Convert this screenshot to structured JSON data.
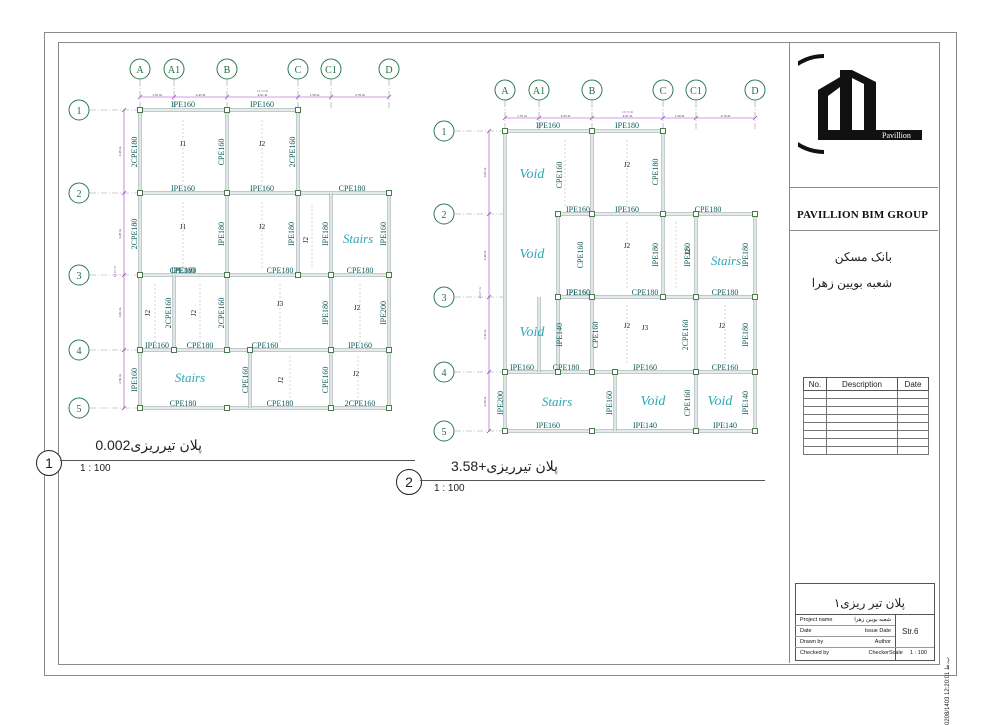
{
  "firm_name": "PAVILLION BIM GROUP",
  "logo_text": "Pavillion",
  "client_name": "بانک مسکن",
  "branch_name": "شعبه بویین زهرا",
  "revision_table": {
    "headers": {
      "no": "No.",
      "description": "Description",
      "date": "Date"
    }
  },
  "title_block": {
    "sheet_title": "پلان تیر ریزی۱",
    "project_name_label": "Project name",
    "project_name_value": "شعبه بویین زهرا",
    "date_label": "Date",
    "date_value": "Issue Date",
    "drawn_by_label": "Drawn by",
    "drawn_by_value": "Author",
    "checked_by_label": "Checked by",
    "checked_by_value": "Checker",
    "scale_label": "Scale",
    "scale_value": "1 : 100",
    "sheet_number": "Str.6",
    "vertical_date": "0208/1403 ‎12:20:01 ب.ظ"
  },
  "views": [
    {
      "number": "1",
      "title": "پلان تیرریزی0.002",
      "scale": "1 : 100"
    },
    {
      "number": "2",
      "title": "پلان تیرریزی+3.58",
      "scale": "1 : 100"
    }
  ],
  "grids": {
    "columns": [
      "A",
      "A1",
      "B",
      "C",
      "C1",
      "D"
    ],
    "rows": [
      "1",
      "2",
      "3",
      "4",
      "5"
    ]
  },
  "plan1": {
    "dims_top": [
      "1.55 m",
      "3.45 m",
      "4.91 m",
      "1.50 m",
      "2.70 m"
    ],
    "dim_total": "13.72 m",
    "dims_left": [
      "3.48 m",
      "3.48 m",
      "3.61 m",
      "2.50 m"
    ],
    "dim_total_left": "13.07 m",
    "beam_labels": [
      {
        "text": "IPE160"
      },
      {
        "text": "IPE160"
      },
      {
        "text": "IPE160"
      },
      {
        "text": "IPE160"
      },
      {
        "text": "CPE180"
      },
      {
        "text": "CPE180"
      },
      {
        "text": "CPE180"
      },
      {
        "text": "CPE180"
      },
      {
        "text": "IPE160"
      },
      {
        "text": "IPE160"
      },
      {
        "text": "CPE180"
      },
      {
        "text": "IPE160"
      },
      {
        "text": "CPE160"
      },
      {
        "text": "CPE180"
      },
      {
        "text": "CPE180"
      },
      {
        "text": "2CPE160"
      },
      {
        "text": "2CPE180"
      },
      {
        "text": "CPE160"
      },
      {
        "text": "2CPE160"
      },
      {
        "text": "2CPE180"
      },
      {
        "text": "IPE180"
      },
      {
        "text": "IPE180"
      },
      {
        "text": "IPE180"
      },
      {
        "text": "IPE160"
      },
      {
        "text": "2CPE160"
      },
      {
        "text": "2CPE160"
      },
      {
        "text": "IPE180"
      },
      {
        "text": "IPE200"
      },
      {
        "text": "IPE160"
      },
      {
        "text": "CPE160"
      },
      {
        "text": "CPE160"
      }
    ],
    "joists": [
      "J1",
      "J2",
      "J1",
      "J2",
      "J2",
      "J2",
      "J2",
      "J3",
      "J2",
      "J2",
      "J2"
    ],
    "stairs": [
      "Stairs",
      "Stairs"
    ]
  },
  "plan2": {
    "dims_top": [
      "1.55 m",
      "3.45 m",
      "4.91 m",
      "1.50 m",
      "2.70 m"
    ],
    "dim_total": "13.72 m",
    "dims_left": [
      "3.61 m",
      "3.48 m",
      "3.41 m",
      "2.50 m"
    ],
    "dim_total_left": "13.07 m",
    "beam_labels": [
      {
        "text": "IPE160"
      },
      {
        "text": "IPE180"
      },
      {
        "text": "IPE160"
      },
      {
        "text": "IPE160"
      },
      {
        "text": "CPE180"
      },
      {
        "text": "IPE160"
      },
      {
        "text": "CPE180"
      },
      {
        "text": "CPE180"
      },
      {
        "text": "IPE160"
      },
      {
        "text": "IPE160"
      },
      {
        "text": "CPE180"
      },
      {
        "text": "IPE160"
      },
      {
        "text": "CPE160"
      },
      {
        "text": "IPE160"
      },
      {
        "text": "IPE140"
      },
      {
        "text": "IPE140"
      },
      {
        "text": "CPE160"
      },
      {
        "text": "CPE180"
      },
      {
        "text": "CPE160"
      },
      {
        "text": "IPE180"
      },
      {
        "text": "IPE180"
      },
      {
        "text": "IPE180"
      },
      {
        "text": "IPE140"
      },
      {
        "text": "CPE160"
      },
      {
        "text": "2CPE160"
      },
      {
        "text": "IPE180"
      },
      {
        "text": "IPE200"
      },
      {
        "text": "IPE160"
      },
      {
        "text": "CPE160"
      },
      {
        "text": "IPE140"
      }
    ],
    "joists": [
      "J2",
      "J2",
      "J2",
      "J2",
      "J3",
      "J2"
    ],
    "voids": [
      "Void",
      "Void",
      "Void",
      "Void",
      "Void"
    ],
    "stairs": [
      "Stairs",
      "Stairs"
    ]
  }
}
